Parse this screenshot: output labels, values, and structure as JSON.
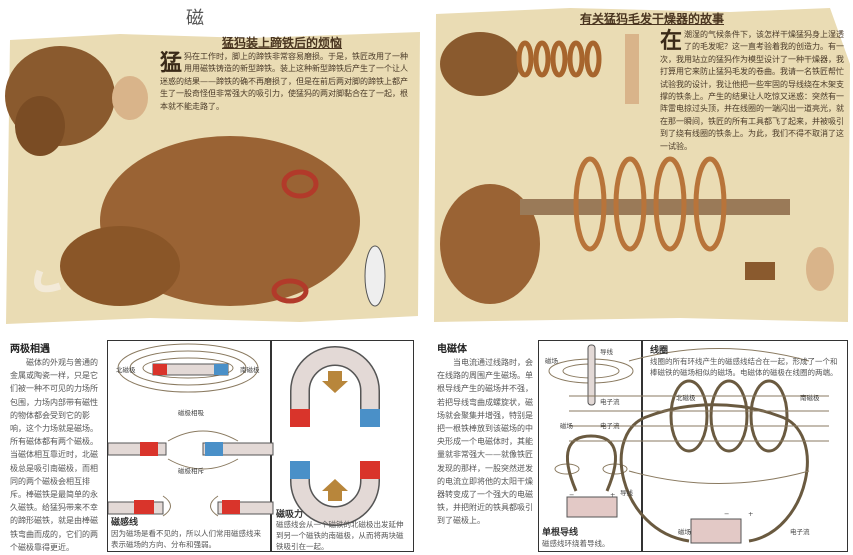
{
  "page_heading": "磁",
  "story_left": {
    "title": "猛犸装上蹄铁后的烦恼",
    "dropcap": "猛",
    "text": "犸在工作时，脚上的蹄铁非常容易磨损。于是，铁匠改用了一种用用磁铁铸造的新型蹄铁。装上这种新型蹄铁后产生了一个让人迷惑的结果——蹄铁的确不再磨损了，但是在前后两对脚的蹄铁上都产生了一股奇怪但非常强大的吸引力，使猛犸的两对脚黏合在了一起，根本就不能走路了。"
  },
  "story_right": {
    "title": "有关猛犸毛发干燥器的故事",
    "dropcap": "在",
    "text": "潮湿的气候条件下，该怎样干燥猛犸身上湿透了的毛发呢？这一直考验着我的创造力。有一次，我用站立的猛犸作为模型设计了一种干燥器，我打算用它来防止猛犸毛发的卷曲。我请一名铁匠帮忙试验我的设计，我让他把一些牢固的导线绕在木架支撑的铁条上。产生的结果让人吃惊又迷惑：突然有一阵雷电掠过头顶，并在线圈的一端闪出一道亮光，就在那一瞬间，铁匠的所有工具都飞了起来，并被吸引到了绕有线圈的铁条上。为此，我们不得不取消了这一试验。"
  },
  "poles": {
    "title": "两极相遇",
    "text": "磁体的外观与普通的金属或陶瓷一样，只是它们被一种不可见的力场所包围，力场内部带有磁性的物体都会受到它的影响，这个力场就是磁场。所有磁体都有两个磁极。当磁体相互靠近时，北磁极总是吸引南磁极，而相同的两个磁极会相互排斥。棒磁铁是最简单的永久磁铁。给猛犸带来不幸的蹄形磁铁，就是由棒磁铁弯曲而成的，它们的两个磁极靠得更近。",
    "diagram": {
      "north_label": "北磁极",
      "south_label": "南磁极",
      "attract_label": "磁极相吸",
      "repel_label": "磁极相斥",
      "field_lines_title": "磁感线",
      "field_lines_text": "因为磁场是看不见的，所以人们常用磁感线来表示磁场的方向、分布和强弱。",
      "attraction_title": "磁吸力",
      "attraction_text": "磁感线会从一个磁铁的北磁极出发延伸到另一个磁铁的南磁极，从而将两块磁铁吸引在一起。"
    },
    "colors": {
      "north": "#d9342b",
      "south": "#4a90c8",
      "bar": "#e3d9d6",
      "arrow": "#b8863b"
    }
  },
  "electromagnet": {
    "title": "电磁体",
    "text": "当电流通过线路时，会在线路的周围产生磁场。单根导线产生的磁场并不强，若把导线弯曲成螺旋状，磁场就会聚集并增强，特别是把一根铁棒放到该磁场的中央形成一个电磁体时，其能量就非常强大——就像铁匠发现的那样，一股突然迸发的电流立即将他的太阳干燥器转变成了一个强大的电磁铁，并把附近的铁具都吸引到了磁极上。",
    "single_wire": {
      "wire_label": "导线",
      "field_label": "磁场",
      "electron_label": "电子流",
      "minus": "−",
      "plus": "+",
      "title": "单根导线",
      "text": "磁感线环绕着导线。"
    },
    "coil": {
      "title": "线圈",
      "text": "线圈的所有环线产生的磁感线结合在一起，形成了一个和棒磁铁的磁场相似的磁场。电磁体的磁极在线圈的两端。",
      "north_label": "北磁极",
      "south_label": "南磁极",
      "field_label": "磁场",
      "electron_label": "电子流",
      "minus": "−",
      "plus": "+"
    }
  }
}
